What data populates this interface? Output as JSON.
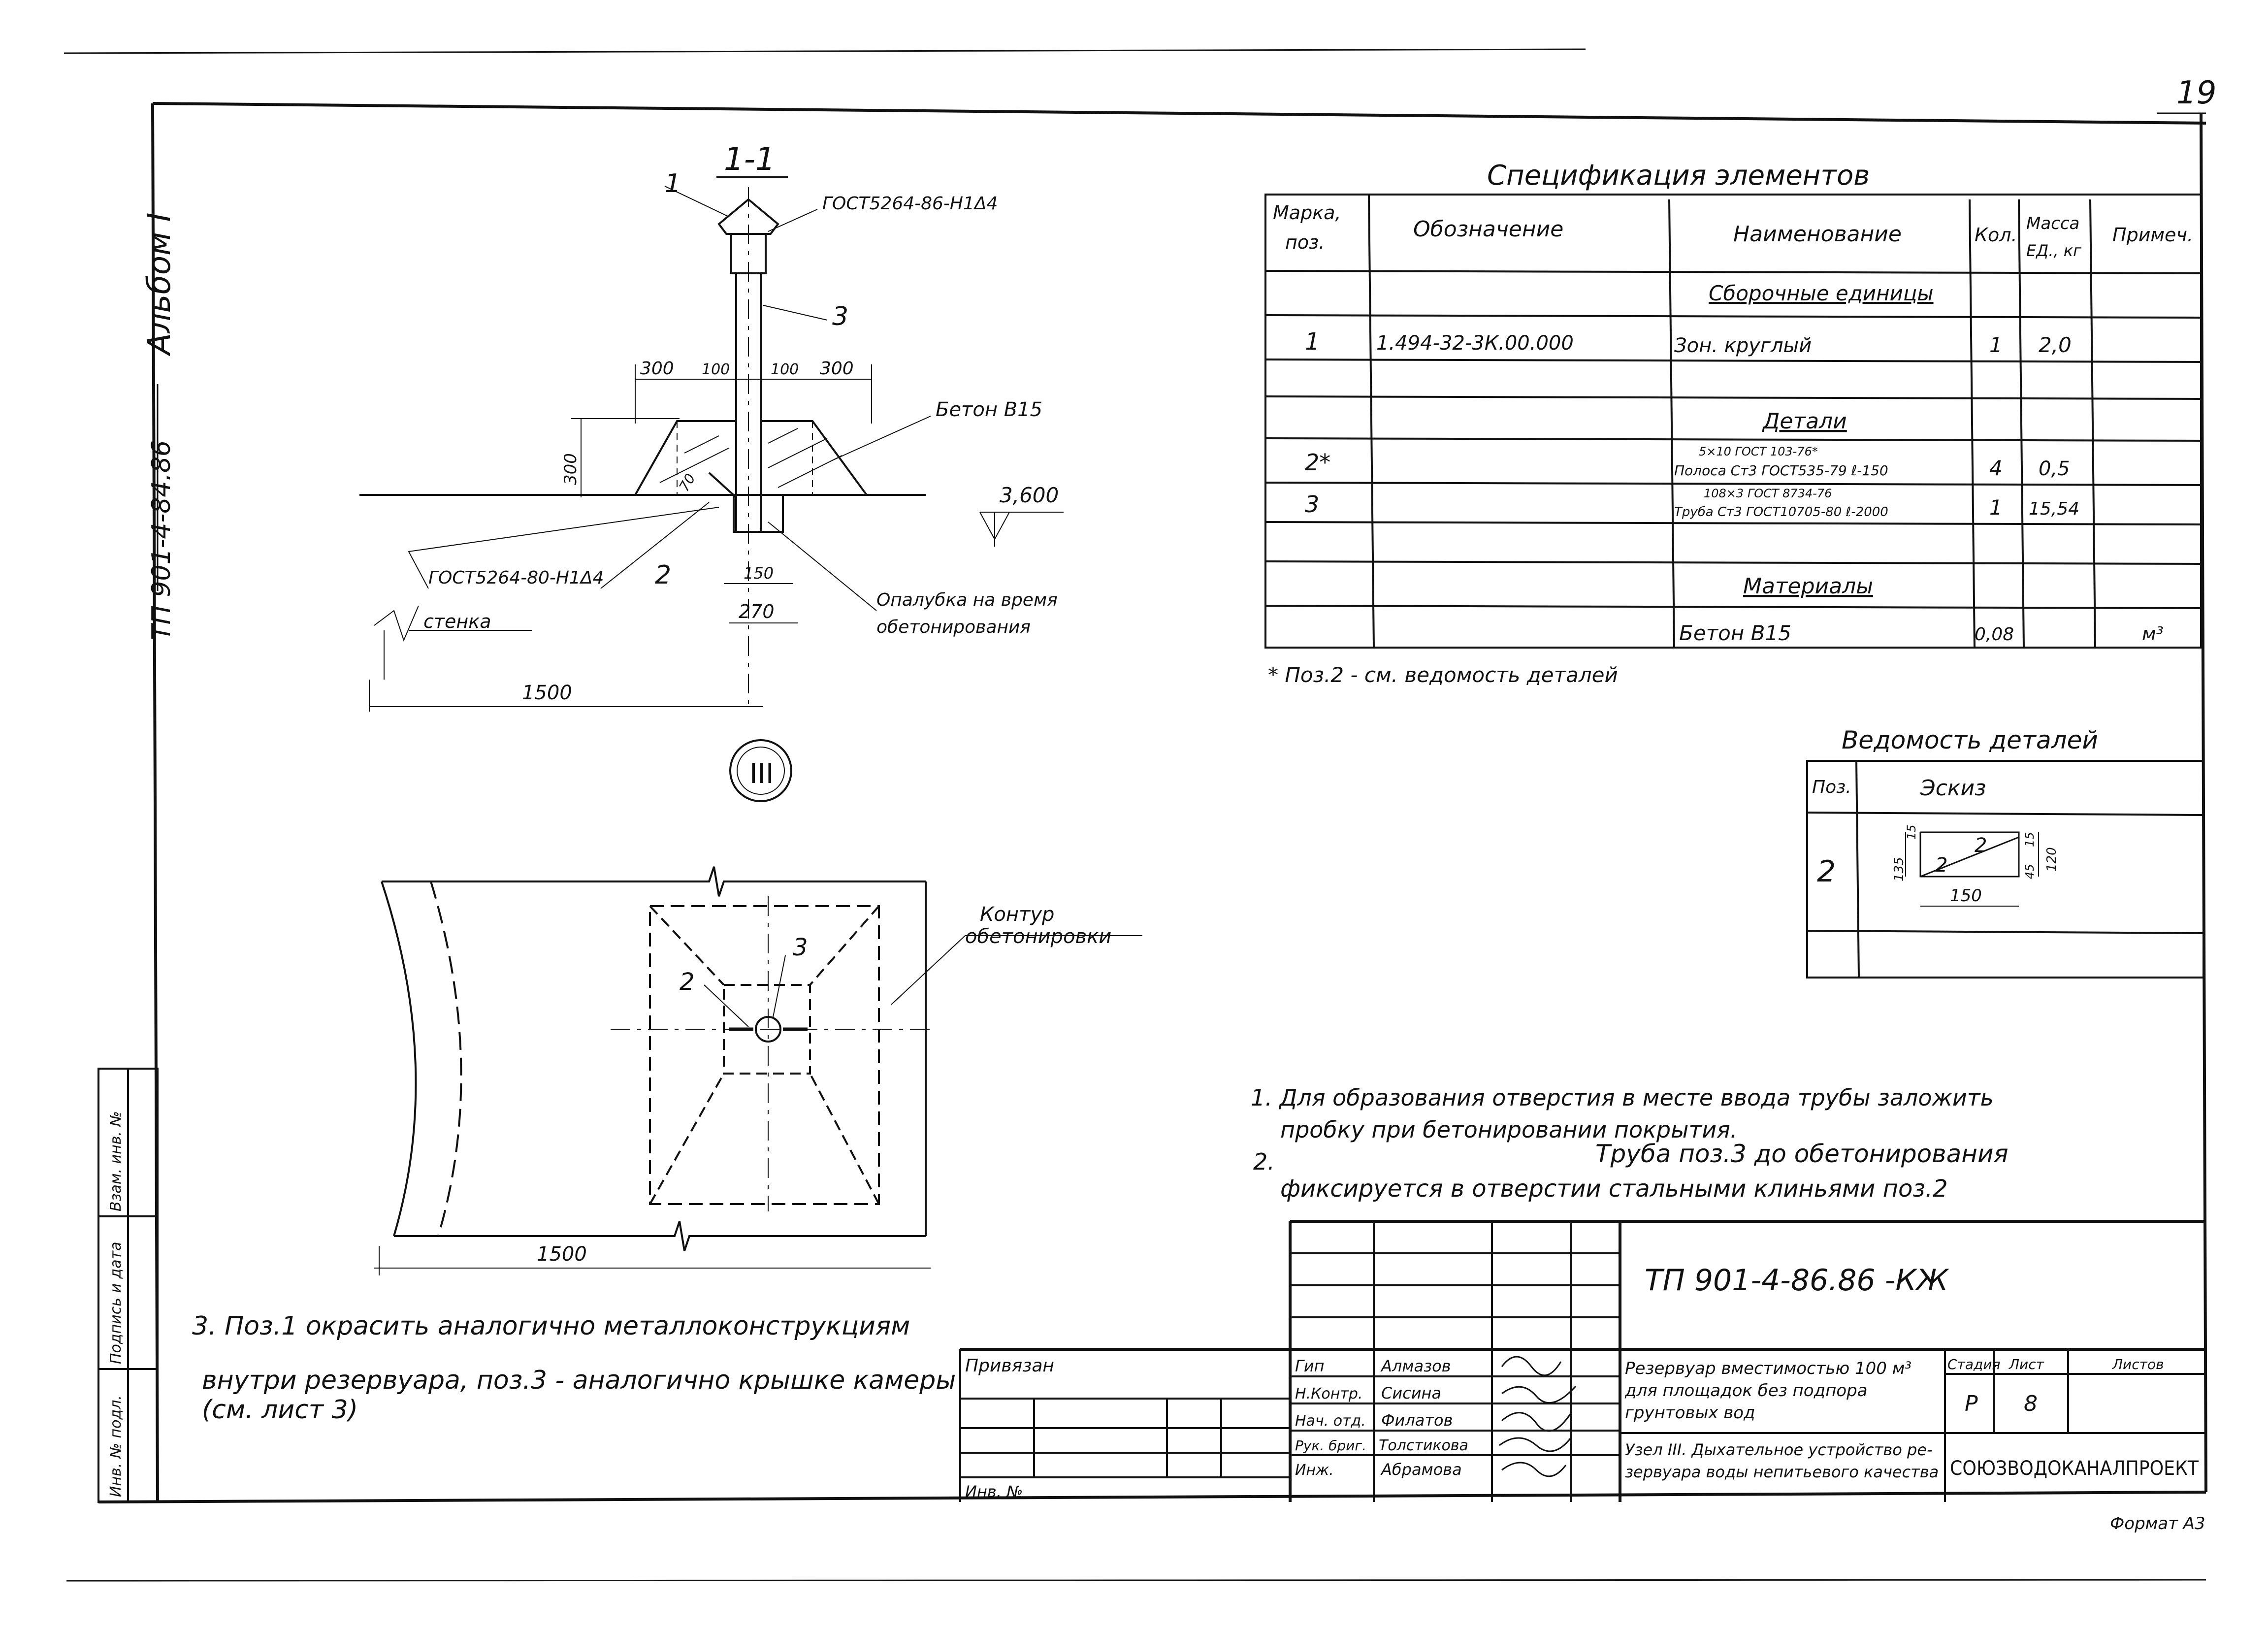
{
  "album": "Альбом I",
  "side_code": "ТП 901-4-84.86",
  "sheet_corner_number": "19",
  "section": {
    "label": "1-1",
    "callouts": {
      "p1": "1",
      "p2": "2",
      "p3": "3"
    },
    "gost_top": "ГОСТ5264-86-Н1Δ4",
    "gost_side": "ГОСТ5264-80-Н1Δ4",
    "dims": {
      "d300a": "300",
      "d100a": "100",
      "d100b": "100",
      "d300b": "300",
      "d300v": "300",
      "d70": "70",
      "d150": "150",
      "d270": "270",
      "d1500": "1500"
    },
    "concrete": "Бетон В15",
    "elevation": "3,600",
    "wall": "стенка",
    "formwork1": "Опалубка на время",
    "formwork2": "обетонирования",
    "node": "III"
  },
  "plan": {
    "contour1": "Контур",
    "contour2": "обетонировки",
    "p2": "2",
    "p3": "3",
    "dim": "1500"
  },
  "spec": {
    "title": "Спецификация элементов",
    "headers": {
      "mark": "Марка,",
      "mark2": "поз.",
      "designation": "Обозначение",
      "name": "Наименование",
      "qty": "Кол.",
      "mass": "Масса",
      "mass2": "ЕД., кг",
      "note": "Примеч."
    },
    "sections": {
      "assembly": "Сборочные единицы",
      "details": "Детали",
      "materials": "Материалы"
    },
    "r1": {
      "mark": "1",
      "designation": "1.494-32-3К.00.000",
      "name": "Зон. круглый",
      "qty": "1",
      "mass": "2,0"
    },
    "r2": {
      "mark": "2*",
      "name_top": "5×10 ГОСТ 103-76*",
      "name_bottom": "Полоса Ст3 ГОСТ535-79 ℓ-150",
      "qty": "4",
      "mass": "0,5"
    },
    "r3": {
      "mark": "3",
      "name_top": "108×3 ГОСТ 8734-76",
      "name_bottom": "Труба Ст3 ГОСТ10705-80 ℓ-2000",
      "qty": "1",
      "mass": "15,54"
    },
    "r4": {
      "name": "Бетон В15",
      "qty": "0,08",
      "note": "м³"
    },
    "footnote": "* Поз.2 - см. ведомость деталей"
  },
  "details_table": {
    "title": "Ведомость деталей",
    "h_pos": "Поз.",
    "h_sketch": "Эскиз",
    "pos": "2",
    "sketch_labels": {
      "a": "2",
      "b": "2",
      "c": "150",
      "d": "135",
      "e": "15",
      "f": "45",
      "g": "15",
      "h": "120"
    }
  },
  "notes": {
    "n1a": "1. Для образования отверстия в месте ввода трубы заложить",
    "n1b": "пробку при бетонировании покрытия.",
    "n2num": "2.",
    "n2a": "Труба поз.3 до обетонирования",
    "n2b": "фиксируется в отверстии стальными клиньями поз.2",
    "n3a": "3. Поз.1 окрасить аналогично металлоконструкциям",
    "n3b": "внутри резервуара, поз.3 - аналогично крышке камеры",
    "n3c": "(см. лист 3)"
  },
  "titleblock": {
    "code": "ТП 901-4-86.86 -КЖ",
    "linked": "Привязан",
    "inv": "Инв. №",
    "roles": [
      "Гип",
      "Н.Контр.",
      "Нач. отд.",
      "Рук. бриг.",
      "Инж."
    ],
    "names": [
      "Алмазов",
      "Сисина",
      "Филатов",
      "Толстикова",
      "Абрамова"
    ],
    "title1": "Резервуар вместимостью 100 м³",
    "title2": "для площадок без подпора",
    "title3": "грунтовых вод",
    "sub1": "Узел III. Дыхательное устройство ре-",
    "sub2": "зервуара воды непитьевого качества",
    "stage_h": "Стадия",
    "sheet_h": "Лист",
    "sheets_h": "Листов",
    "stage": "Р",
    "sheet": "8",
    "org": "СОЮЗВОДОКАНАЛПРОЕКТ",
    "format": "Формат А3"
  },
  "side_stamp": [
    "Инв. № подл.",
    "Подпись и дата",
    "Взам. инв. №"
  ]
}
